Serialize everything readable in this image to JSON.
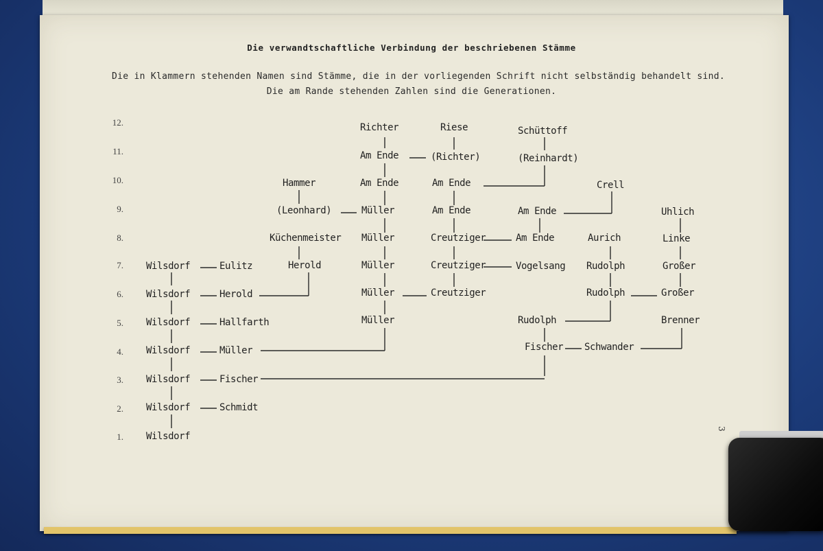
{
  "title": "Die verwandtschaftliche Verbindung der beschriebenen Stämme",
  "notes": [
    "Die in Klammern stehenden Namen sind Stämme, die in der vorliegenden Schrift nicht selbständig behandelt sind.",
    "Die am Rande stehenden Zahlen sind die Generationen."
  ],
  "generations": [
    "12.",
    "11.",
    "10.",
    "9.",
    "8.",
    "7.",
    "6.",
    "5.",
    "4.",
    "3.",
    "2.",
    "1."
  ],
  "names": {
    "richter": "Richter",
    "riese": "Riese",
    "schuettoff": "Schüttoff",
    "am_ende_11": "Am Ende",
    "richter_paren": "(Richter)",
    "reinhardt_paren": "(Reinhardt)",
    "hammer": "Hammer",
    "am_ende_10a": "Am Ende",
    "am_ende_10b": "Am Ende",
    "crell": "Crell",
    "leonhard_paren": "(Leonhard)",
    "mueller_9": "Müller",
    "am_ende_9a": "Am Ende",
    "am_ende_9b": "Am Ende",
    "uhlich": "Uhlich",
    "kuechenmeister": "Küchenmeister",
    "mueller_8": "Müller",
    "creutziger_8": "Creutziger",
    "am_ende_8": "Am Ende",
    "aurich": "Aurich",
    "linke": "Linke",
    "wilsdorf_7": "Wilsdorf",
    "eulitz": "Eulitz",
    "herold_7": "Herold",
    "mueller_7": "Müller",
    "creutziger_7": "Creutziger",
    "vogelsang": "Vogelsang",
    "rudolph_7": "Rudolph",
    "grosser_7": "Großer",
    "wilsdorf_6": "Wilsdorf",
    "herold_6": "Herold",
    "mueller_6": "Müller",
    "creutziger_6": "Creutziger",
    "rudolph_6": "Rudolph",
    "grosser_6": "Großer",
    "wilsdorf_5": "Wilsdorf",
    "hallfarth": "Hallfarth",
    "mueller_5": "Müller",
    "rudolph_5": "Rudolph",
    "brenner": "Brenner",
    "wilsdorf_4": "Wilsdorf",
    "mueller_4": "Müller",
    "fischer_4": "Fischer",
    "schwander": "Schwander",
    "wilsdorf_3": "Wilsdorf",
    "fischer_3": "Fischer",
    "wilsdorf_2": "Wilsdorf",
    "schmidt": "Schmidt",
    "wilsdorf_1": "Wilsdorf"
  },
  "page_mark": "3"
}
